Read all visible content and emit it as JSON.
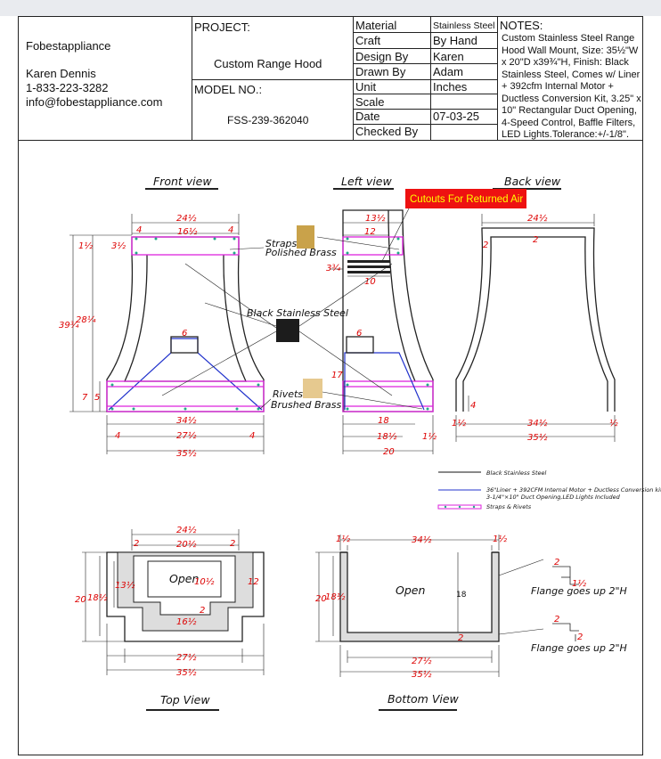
{
  "company": {
    "name": "Fobestappliance",
    "contact": "Karen Dennis",
    "phone": "1-833-223-3282",
    "email": "info@fobestappliance.com"
  },
  "project": {
    "label": "PROJECT:",
    "value": "Custom Range Hood"
  },
  "model": {
    "label": "MODEL NO.:",
    "value": "FSS-239-362040"
  },
  "specs": [
    {
      "k": "Material",
      "v": "Stainless Steel"
    },
    {
      "k": "Craft",
      "v": "By Hand"
    },
    {
      "k": "Design By",
      "v": "Karen"
    },
    {
      "k": "Drawn By",
      "v": "Adam"
    },
    {
      "k": "Unit",
      "v": "Inches"
    },
    {
      "k": "Scale",
      "v": ""
    },
    {
      "k": "Date",
      "v": "07-03-25"
    },
    {
      "k": "Checked By",
      "v": ""
    }
  ],
  "notes": {
    "title": "NOTES:",
    "body": "Custom Stainless Steel Range Hood Wall Mount, Size: 35½\"W x 20\"D x39¾\"H, Finish: Black Stainless Steel, Comes w/ Liner + 392cfm Internal Motor + Ductless Conversion Kit, 3.25\" x 10\" Rectangular Duct Opening, 4-Speed Control, Baffle Filters, LED Lights.Tolerance:+/-1/8\"."
  },
  "views": {
    "front": "Front view",
    "left": "Left view",
    "back": "Back view",
    "top": "Top View",
    "bottom": "Bottom View"
  },
  "callouts": {
    "cutouts": "Cutouts For Returned Air",
    "straps_1": "Straps",
    "straps_2": "Polished Brass",
    "black": "Black Stainless Steel",
    "rivets_1": "Rivets",
    "rivets_2": "Brushed Brass",
    "open": "Open",
    "flange_1": "Flange goes up 2\"H",
    "flange_2": "Flange goes up 2\"H"
  },
  "legend": {
    "black": "Black Stainless Steel",
    "liner": "36\"Liner + 392CFM Internal Motor + Ductless Conversion kit",
    "liner2": "3-1/4\"×10\" Duct Opening,LED Lights Included",
    "straps": "Straps & Rivets"
  },
  "colors": {
    "line": "#222222",
    "dim": "#dd0000",
    "liner": "#2233cc",
    "strap": "#dd22dd",
    "rivet": "#22aa88",
    "brass": "#c9a24a",
    "brushed": "#e6c98f",
    "black": "#1c1c1c",
    "callout_bg": "#ee1111",
    "callout_text": "#ffff00"
  },
  "dims": {
    "f_top": "24½",
    "f_4a": "4",
    "f_16": "16½",
    "f_4b": "4",
    "f_1": "1½",
    "f_3": "3½",
    "f_h": "39¾",
    "f_28": "28¼",
    "f_7": "7",
    "f_5": "5",
    "f_6": "6",
    "f_34": "34½",
    "f_27": "27½",
    "f_4c": "4",
    "f_4d": "4",
    "f_35": "35½",
    "l_13": "13½",
    "l_12": "12",
    "l_3": "3¾",
    "l_10": "10",
    "l_6": "6",
    "l_17": "17",
    "l_18": "18",
    "l_18b": "18½",
    "l_1": "1½",
    "l_20": "20",
    "b_24": "24½",
    "b_2a": "2",
    "b_2b": "2",
    "b_4": "4",
    "b_1a": "1½",
    "b_1b": "½",
    "b_34": "34½",
    "b_35": "35½",
    "t_24": "24½",
    "t_2a": "2",
    "t_20": "20½",
    "t_2b": "2",
    "t_13": "13½",
    "t_20h": "20",
    "t_18": "18½",
    "t_12": "12",
    "t_10": "10½",
    "t_2c": "2",
    "t_16": "16½",
    "t_27": "27½",
    "t_35": "35½",
    "m_1a": "1½",
    "m_34": "34½",
    "m_1b": "1½",
    "m_20": "20",
    "m_18": "18½",
    "m_18b": "18",
    "m_2": "2",
    "m_27": "27½",
    "m_35": "35½",
    "fl_2a": "2",
    "fl_h1": "1½",
    "fl_2b": "2",
    "fl_h2": "2"
  }
}
